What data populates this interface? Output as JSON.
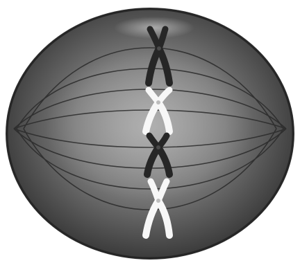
{
  "colors": {
    "background": "#ffffff",
    "cell_center": "#a6a6a6",
    "cell_mid": "#6e6e6e",
    "cell_edge": "#2e2e2e",
    "spindle_fiber": "#2a2a2a",
    "dark_chromosome": "#262626",
    "light_chromosome": "#f7f7f7",
    "centromere": "#bdbdbd"
  },
  "chromosomes": [
    {
      "name": "chromosome-dark-top",
      "shade": "dark"
    },
    {
      "name": "chromosome-light-upper",
      "shade": "light"
    },
    {
      "name": "chromosome-dark-lower",
      "shade": "dark"
    },
    {
      "name": "chromosome-light-bottom",
      "shade": "light"
    }
  ]
}
